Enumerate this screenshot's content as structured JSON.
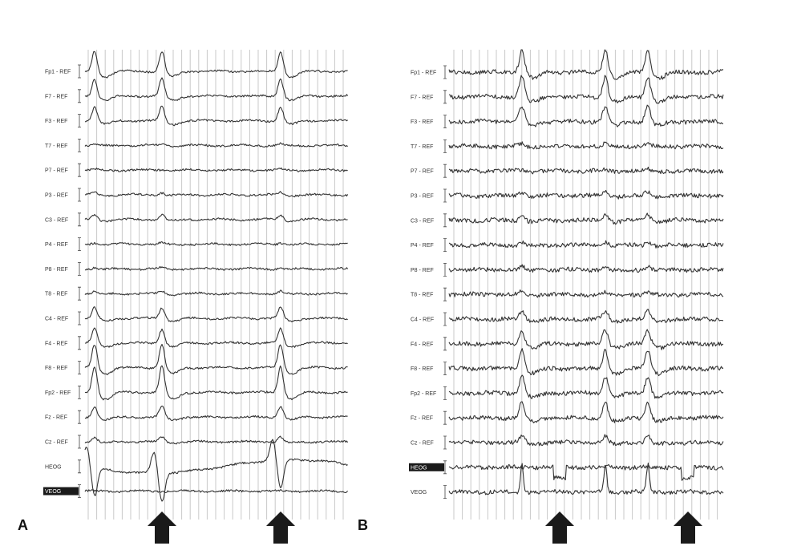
{
  "panels": [
    {
      "letter": "A",
      "channels": [
        "Fp1 - REF",
        "F7 - REF",
        "F3 - REF",
        "T7 - REF",
        "P7 - REF",
        "P3 - REF",
        "C3 - REF",
        "P4 - REF",
        "P8 - REF",
        "T8 - REF",
        "C4 - REF",
        "F4 - REF",
        "F8 - REF",
        "Fp2 - REF",
        "Fz - REF",
        "Cz - REF",
        "HEOG",
        "VEOG"
      ],
      "highlighted_channel": "VEOG",
      "arrow_count": 2
    },
    {
      "letter": "B",
      "channels": [
        "Fp1 - REF",
        "F7 - REF",
        "F3 - REF",
        "T7 - REF",
        "P7 - REF",
        "P3 - REF",
        "C3 - REF",
        "P4 - REF",
        "P8 - REF",
        "T8 - REF",
        "C4 - REF",
        "F4 - REF",
        "F8 - REF",
        "Fp2 - REF",
        "Fz - REF",
        "Cz - REF",
        "HEOG",
        "VEOG"
      ],
      "highlighted_channel": "HEOG",
      "arrow_count": 2
    }
  ],
  "colors": {
    "trace": "#333333",
    "grid": "#c9c9c9",
    "arrow": "#1a1a1a"
  }
}
